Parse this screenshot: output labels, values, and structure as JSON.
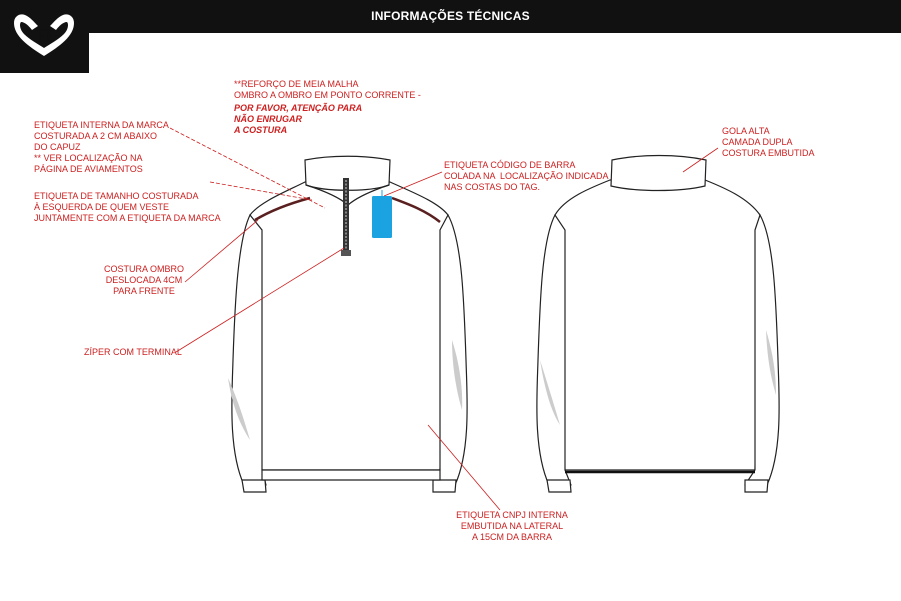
{
  "header": {
    "title": "INFORMAÇÕES TÉCNICAS"
  },
  "colors": {
    "annotation": "#cc1f1f",
    "bar": "#111111",
    "tag": "#1aa3e0"
  },
  "annotations": {
    "shoulder_reinforcement": "**REFORÇO DE MEIA MALHA\nOMBRO A OMBRO EM PONTO CORRENTE -",
    "shoulder_reinforcement_warning": "POR FAVOR, ATENÇÃO PARA\nNÃO ENRUGAR\nA COSTURA",
    "brand_label": "ETIQUETA INTERNA DA MARCA\nCOSTURADA A 2 CM ABAIXO\nDO CAPUZ\n** VER LOCALIZAÇÃO NA\nPÁGINA DE AVIAMENTOS",
    "size_label": "ETIQUETA DE TAMANHO COSTURADA\nÀ ESQUERDA DE QUEM VESTE\nJUNTAMENTE COM A ETIQUETA DA MARCA",
    "barcode_label": "ETIQUETA CÓDIGO DE BARRA\nCOLADA NA  LOCALIZAÇÃO INDICADA\nNAS COSTAS DO TAG.",
    "collar": "GOLA ALTA\nCAMADA DUPLA\nCOSTURA EMBUTIDA",
    "shoulder_seam": "COSTURA OMBRO\nDESLOCADA 4CM\nPARA FRENTE",
    "zipper": "ZÍPER COM TERMINAL",
    "cnpj_label": "ETIQUETA CNPJ INTERNA\nEMBUTIDA NA LATERAL\nA 15CM DA BARRA"
  }
}
